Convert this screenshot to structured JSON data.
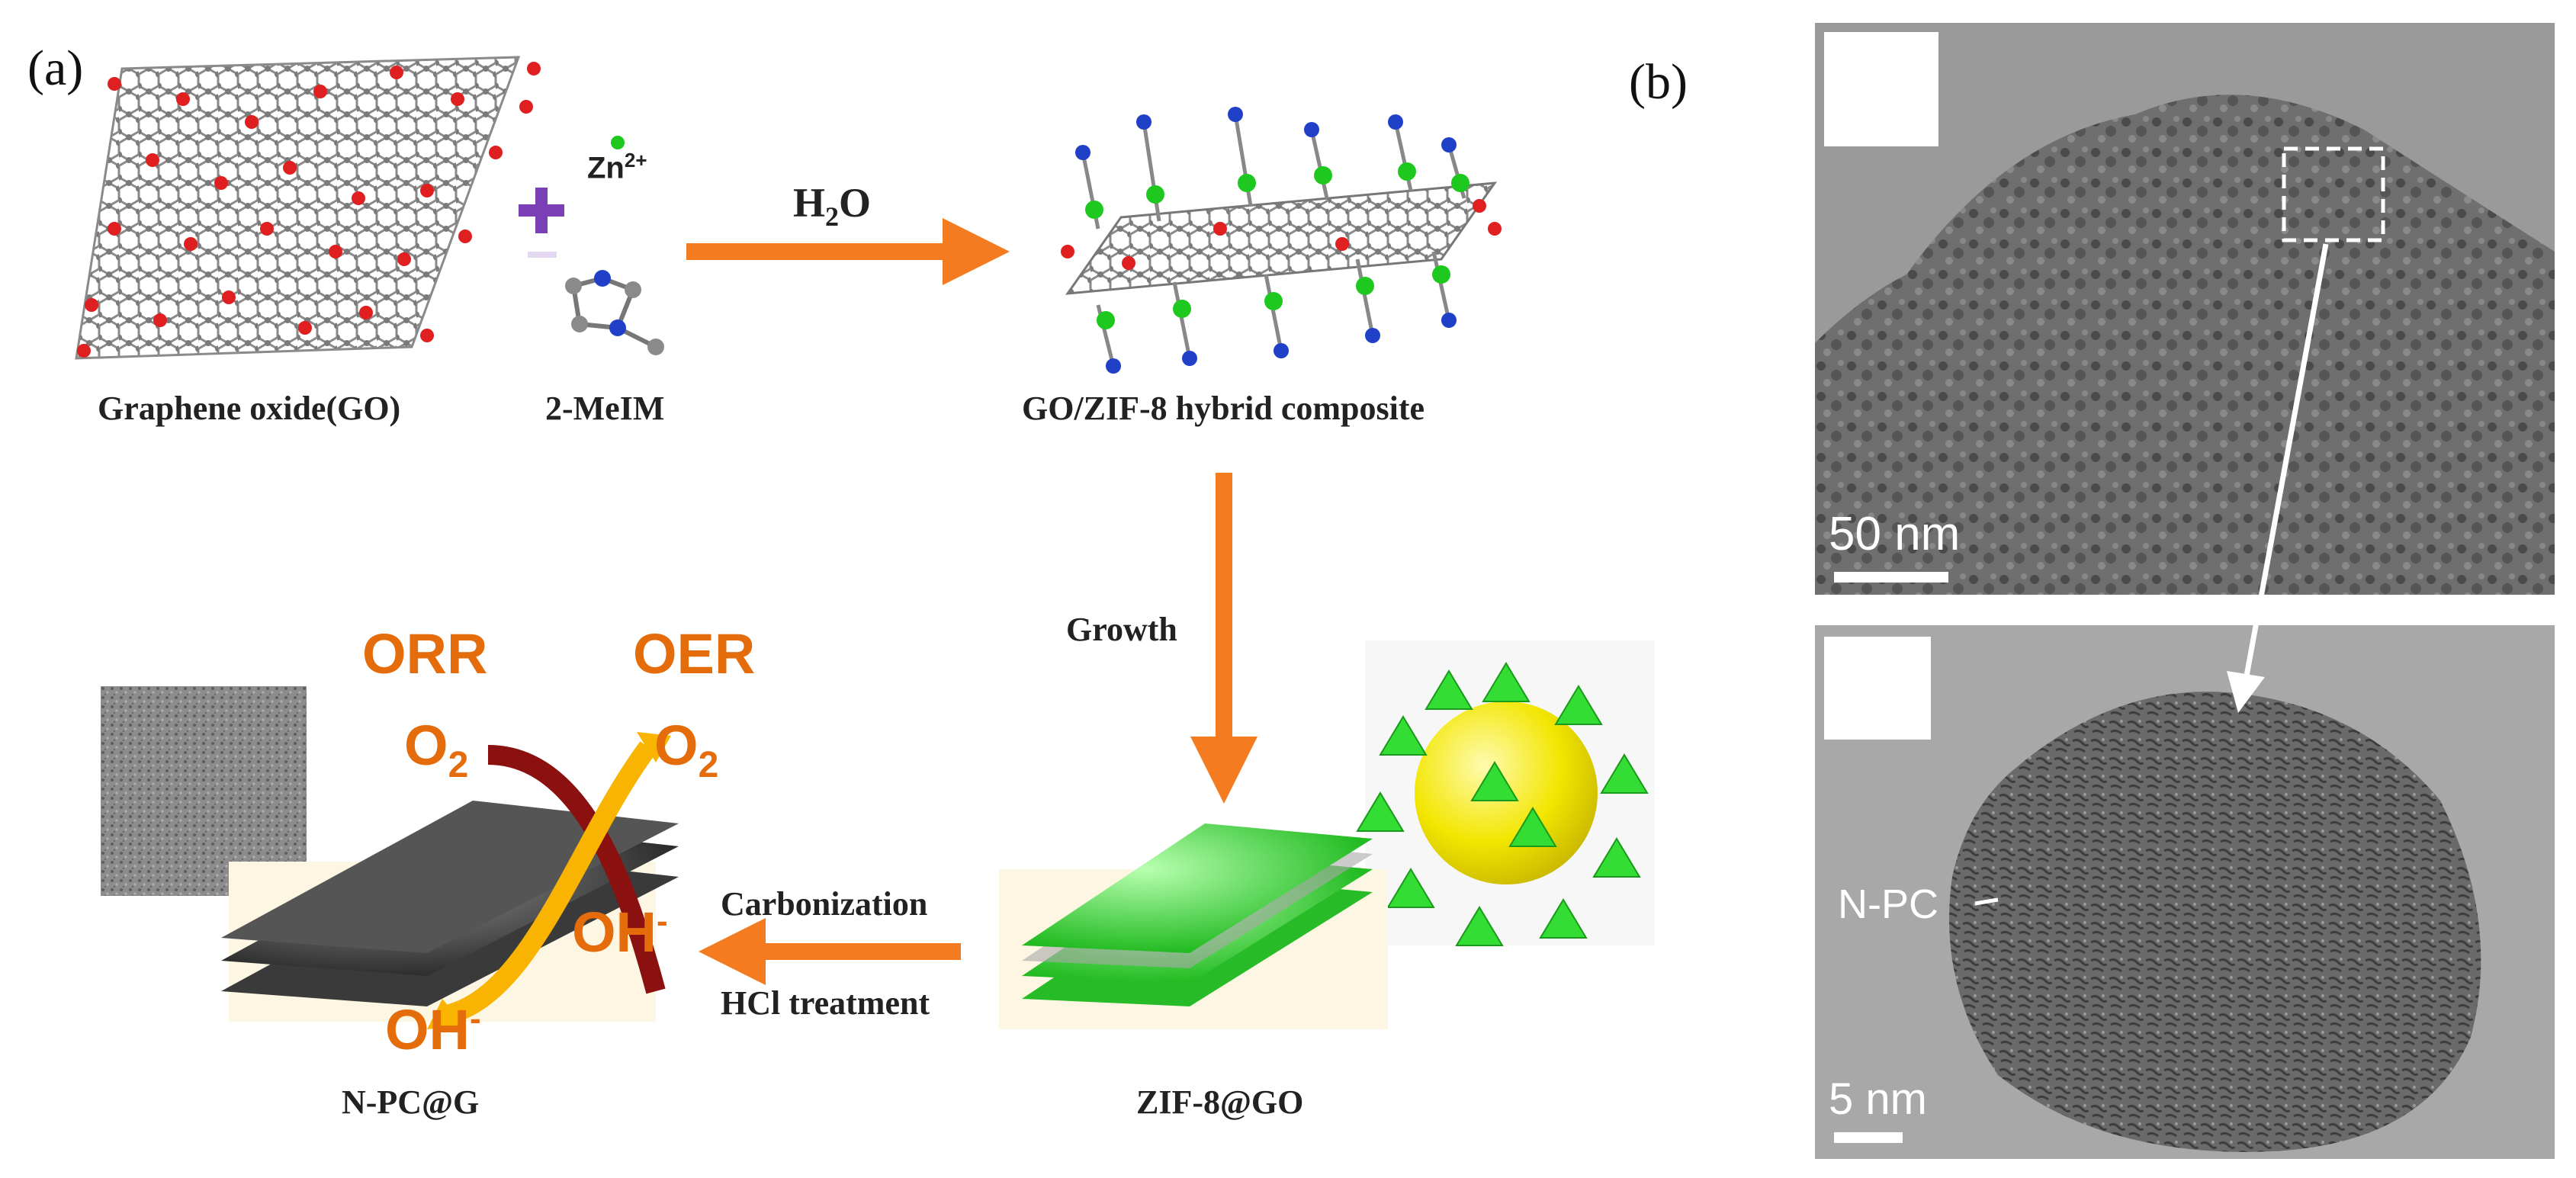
{
  "figure": {
    "panel_a_label": "(a)",
    "panel_b_label": "(b)"
  },
  "panel_a": {
    "graphene_oxide_label": "Graphene oxide(GO)",
    "zn_label": "Zn",
    "zn_charge": "2+",
    "meim_label": "2-MeIM",
    "water_label_h": "H",
    "water_label_sub": "2",
    "water_label_o": "O",
    "hybrid_label": "GO/ZIF-8 hybrid composite",
    "growth_label": "Growth",
    "zif_go_label": "ZIF-8@GO",
    "carbonization_label": "Carbonization",
    "hcl_label": "HCl treatment",
    "npc_g_label": "N-PC@G",
    "orr_label": "ORR",
    "oer_label": "OER",
    "o2_left": "O",
    "o2_left_sub": "2",
    "o2_right": "O",
    "o2_right_sub": "2",
    "oh_upper": "OH",
    "oh_upper_sup": "-",
    "oh_lower": "OH",
    "oh_lower_sup": "-"
  },
  "panel_b": {
    "scale_top": "50 nm",
    "scale_bottom": "5 nm",
    "npc_label": "N-PC"
  },
  "colors": {
    "arrow_orange": "#f47b20",
    "label_orange": "#e46c0a",
    "plus_purple": "#7b3fb5",
    "zn_green": "#1ec81e",
    "zif_green": "#33dd33",
    "carbon_gray": "#8a8a8a",
    "oxygen_red": "#e02020",
    "nitrogen_blue": "#2040c8",
    "orr_dark_red": "#8b1010",
    "oer_yellow": "#f8b400",
    "sphere_yellow": "#f2e600"
  }
}
